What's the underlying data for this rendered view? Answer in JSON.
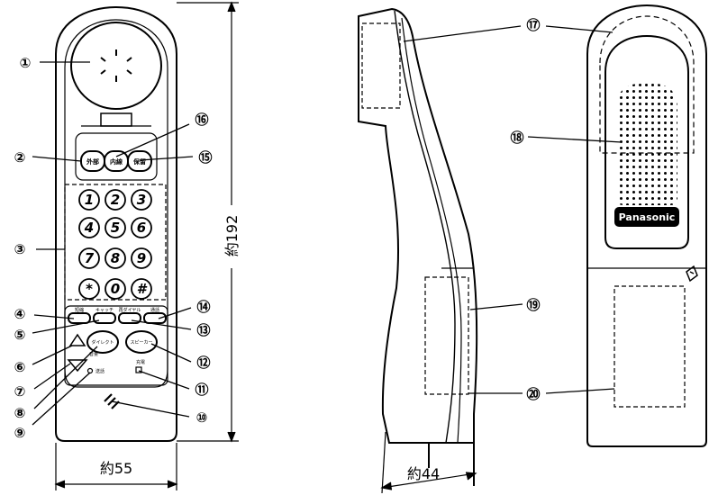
{
  "callouts": {
    "c1": "①",
    "c2": "②",
    "c3": "③",
    "c4": "④",
    "c5": "⑤",
    "c6": "⑥",
    "c7": "⑦",
    "c8": "⑧",
    "c9": "⑨",
    "c10": "⑩",
    "c11": "⑪",
    "c12": "⑫",
    "c13": "⑬",
    "c14": "⑭",
    "c15": "⑮",
    "c16": "⑯",
    "c17": "⑰",
    "c18": "⑱",
    "c19": "⑲",
    "c20": "⑳"
  },
  "dimensions": {
    "height": "約192",
    "width": "約55",
    "depth": "約44"
  },
  "top_buttons": [
    "外部",
    "内線",
    "保留"
  ],
  "keys": [
    "1",
    "2",
    "3",
    "4",
    "5",
    "6",
    "7",
    "8",
    "9",
    "*",
    "0",
    "#"
  ],
  "bottom_buttons": [
    "短縮",
    "キャッチ",
    "再ダイヤル",
    "通話"
  ],
  "side_buttons": {
    "direct": "ダイレクト",
    "speaker": "スピーカー"
  },
  "small_labels": {
    "volume": "音量",
    "charge": "充電",
    "mic": "送話"
  },
  "brand": "Panasonic"
}
